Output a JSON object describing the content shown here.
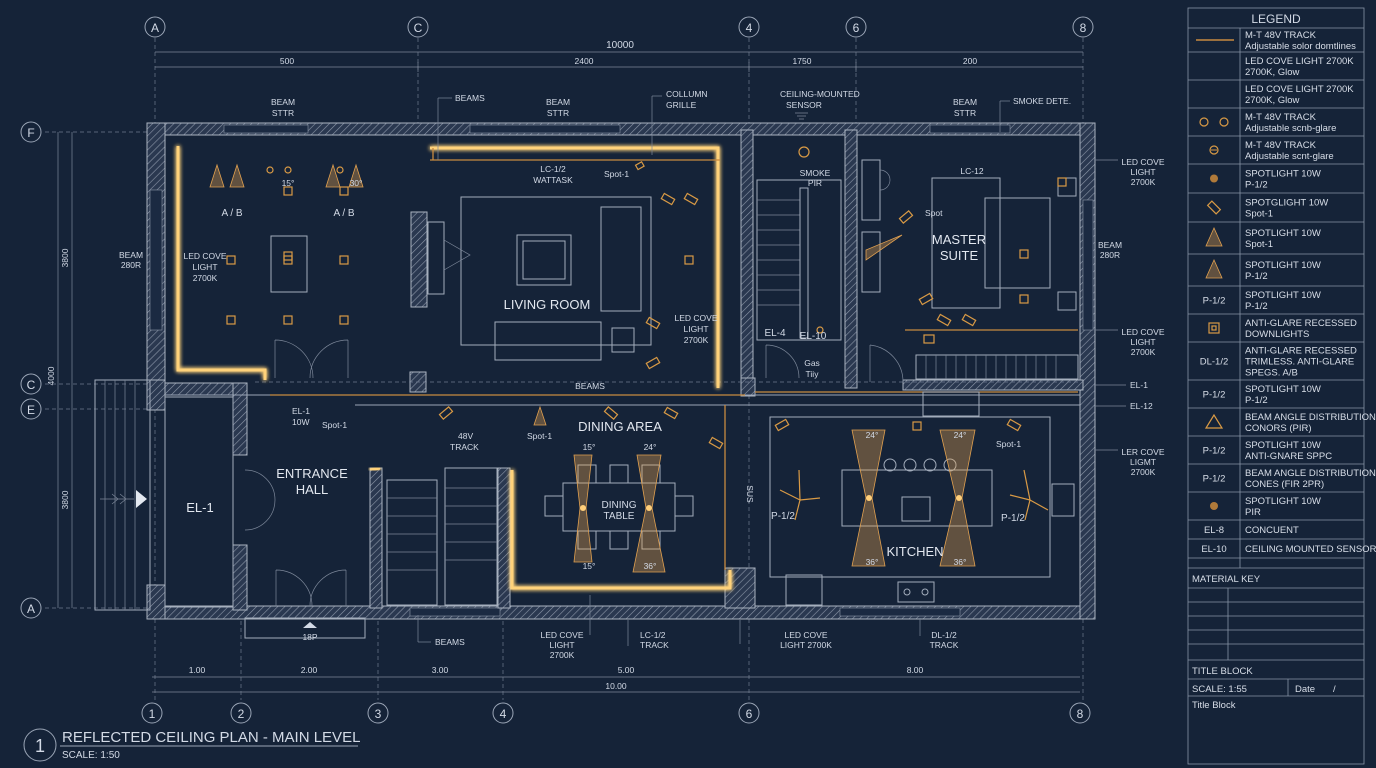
{
  "grid": {
    "top": [
      "A",
      "C",
      "4",
      "6",
      "8"
    ],
    "bottom": [
      "1",
      "2",
      "3",
      "4",
      "6",
      "8"
    ],
    "left": [
      "F",
      "C",
      "E",
      "A"
    ]
  },
  "dims": {
    "top_total": "10000",
    "top_segments": [
      "500",
      "2400",
      "1750",
      "200"
    ],
    "bottom_segments": [
      "1.00",
      "2.00",
      "3.00",
      "5.00",
      "8.00"
    ],
    "bottom_total": "10.00",
    "left": [
      "3800",
      "4000",
      "3800"
    ]
  },
  "rooms": {
    "living": "LIVING ROOM",
    "master": [
      "MASTER",
      "SUITE"
    ],
    "dining": "DINING AREA",
    "kitchen": "KITCHEN",
    "entrance": [
      "ENTRANCE",
      "HALL"
    ],
    "el1": "EL-1",
    "dining_table": [
      "DINING",
      "TABLE"
    ]
  },
  "notes": {
    "beam_sttr_1": [
      "BEAM",
      "STTR"
    ],
    "beams_1": "BEAMS",
    "beam_sttr_2": [
      "BEAM",
      "STTR"
    ],
    "column_grille": [
      "COLLUMN",
      "GRILLE"
    ],
    "ceiling_sensor": [
      "CEILING-MOUNTED",
      "SENSOR"
    ],
    "beam_sttr_3": [
      "BEAM",
      "STTR"
    ],
    "smoke_dete": "SMOKE DETE.",
    "beam_left": [
      "BEAM",
      "280R"
    ],
    "beam_right": [
      "BEAM",
      "280R"
    ],
    "led_cove_left": [
      "LED COVE",
      "LIGHT",
      "2700K"
    ],
    "ab_1": "A / B",
    "ab_2": "A / B",
    "deg_15": "15°",
    "deg_30": "30°",
    "lc12_wattask": [
      "LC-1/2",
      "WATTASK"
    ],
    "spot1_a": "Spot-1",
    "led_cove_mid": [
      "LED COVE",
      "LIGHT",
      "2700K"
    ],
    "smoke_pir": [
      "SMOKE",
      "PIR"
    ],
    "el4": "EL-4",
    "el10": "EL-10",
    "gas_tiiy": [
      "Gas",
      "Tiiy"
    ],
    "lc12_master": "LC-12",
    "spot_master": "Spot",
    "led_cove_r1": [
      "LED COVE",
      "LIGHT",
      "2700K"
    ],
    "led_cove_r2": [
      "LED COVE",
      "LIGHT",
      "2700K"
    ],
    "el1_r": "EL-1",
    "el12_r": "EL-12",
    "ler_cove_r3": [
      "LER COVE",
      "LIGMT",
      "2700K"
    ],
    "beams_mid": "BEAMS",
    "el1_10w": [
      "EL-1",
      "10W"
    ],
    "spot1_b": "Spot-1",
    "track_48v": [
      "48V",
      "TRACK"
    ],
    "spot1_c": "Spot-1",
    "spot1_d": "Spot-1",
    "d15a": "15°",
    "d24a": "24°",
    "d15b": "15°",
    "d36a": "36°",
    "d24k1": "24°",
    "d24k2": "24°",
    "d36k1": "36°",
    "d36k2": "36°",
    "p12_a": "P-1/2",
    "p12_b": "P-1/2",
    "sus": "SUS",
    "door_18p": "18P",
    "beams_bottom": "BEAMS",
    "led_cove_bottom1": [
      "LED COVE",
      "LIGHT",
      "2700K"
    ],
    "lc12_track": [
      "LC-1/2",
      "TRACK"
    ],
    "led_cove_bottom2": [
      "LED COVE",
      "LIGHT 2700K"
    ],
    "dl12_track": [
      "DL-1/2",
      "TRACK"
    ]
  },
  "title": {
    "number": "1",
    "main": "REFLECTED CEILING PLAN - MAIN LEVEL",
    "scale": "SCALE: 1:50"
  },
  "legend": {
    "heading": "LEGEND",
    "rows": [
      {
        "sym": "track",
        "text": [
          "M-T 48V TRACK",
          "Adjustable solor domtlines"
        ]
      },
      {
        "sym": "glow",
        "text": [
          "LED COVE LIGHT 2700K",
          "2700K, Glow"
        ]
      },
      {
        "sym": "glow",
        "text": [
          "LED COVE LIGHT 2700K",
          "2700K, Glow"
        ]
      },
      {
        "sym": "dual-circle",
        "text": [
          "M-T 48V TRACK",
          "Adjustable scnb-glare"
        ]
      },
      {
        "sym": "circle-minus",
        "text": [
          "M-T 48V TRACK",
          "Adjustable scnt-glare"
        ]
      },
      {
        "sym": "dot",
        "text": [
          "SPOTLIGHT 10W",
          "P-1/2"
        ]
      },
      {
        "sym": "spot-tilt",
        "text": [
          "SPOTGLIGHT 10W",
          "Spot-1"
        ]
      },
      {
        "sym": "cone-24",
        "text": [
          "SPOTLIGHT 10W",
          "Spot-1"
        ]
      },
      {
        "sym": "cone-36",
        "text": [
          "SPOTLIGHT 10W",
          "P-1/2"
        ]
      },
      {
        "sym": "P-1/2",
        "text": [
          "SPOTLIGHT 10W",
          "P-1/2"
        ]
      },
      {
        "sym": "square",
        "text": [
          "ANTI-GLARE RECESSED",
          "DOWNLIGHTS"
        ]
      },
      {
        "sym": "DL-1/2",
        "text": [
          "ANTI-GLARE RECESSED",
          "TRIMLESS. ANTI-GLARE",
          "SPEGS. A/B"
        ]
      },
      {
        "sym": "P-1/2",
        "text": [
          "SPOTLIGHT 10W",
          "P-1/2"
        ]
      },
      {
        "sym": "triangle",
        "text": [
          "BEAM ANGLE DISTRIBUTION",
          "CONORS (PIR)"
        ]
      },
      {
        "sym": "P-1/2",
        "text": [
          "SPOTLIGHT 10W",
          "ANTI-GNARE SPPC"
        ]
      },
      {
        "sym": "P-1/2",
        "text": [
          "BEAM ANGLE DISTRIBUTION",
          "CONES (FIR 2PR)"
        ]
      },
      {
        "sym": "dot",
        "text": [
          "SPOTLIGHT 10W",
          "PIR"
        ]
      },
      {
        "sym": "EL-8",
        "text": [
          "CONCUENT"
        ]
      },
      {
        "sym": "EL-10",
        "text": [
          "CEILING MOUNTED SENSOR"
        ]
      }
    ],
    "material_key": "MATERIAL KEY",
    "title_block_heading": "TITLE BLOCK",
    "scale": "SCALE: 1:55",
    "date": "Date",
    "slash": "/",
    "title_block": "Title Block"
  }
}
